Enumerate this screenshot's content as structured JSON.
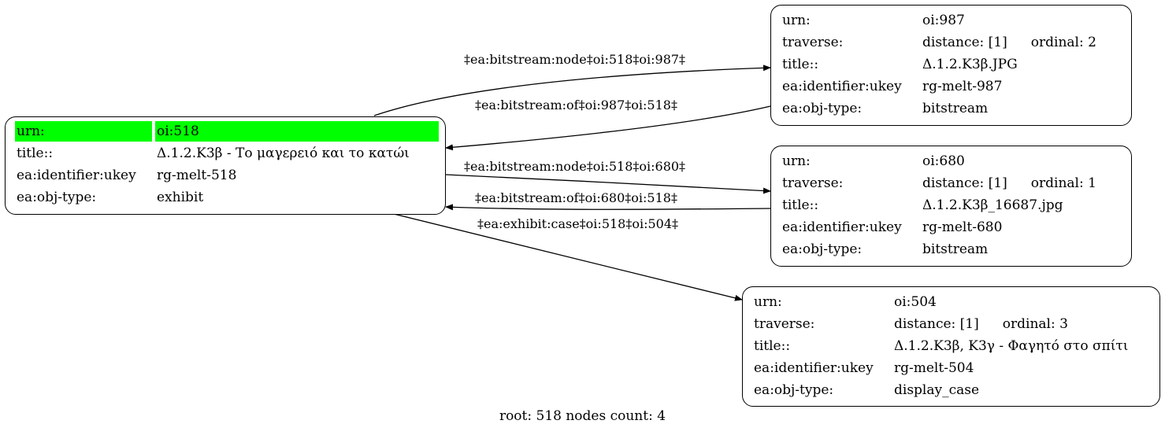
{
  "nodes": {
    "root": {
      "rows": [
        {
          "key": "urn:",
          "value": "oi:518"
        },
        {
          "key": "title::",
          "value": "Δ.1.2.Κ3β - Το μαγερειό και το κατώι"
        },
        {
          "key": "ea:identifier:ukey",
          "value": "rg-melt-518"
        },
        {
          "key": "ea:obj-type:",
          "value": "exhibit"
        }
      ],
      "highlight_color": "#00ff00"
    },
    "n987": {
      "urn_key": "urn:",
      "urn": "oi:987",
      "traverse_key": "traverse:",
      "distance": "distance: [1]",
      "ordinal": "ordinal: 2",
      "title_key": "title::",
      "title": "Δ.1.2.Κ3β.JPG",
      "ukey_key": "ea:identifier:ukey",
      "ukey": "rg-melt-987",
      "type_key": "ea:obj-type:",
      "type": "bitstream"
    },
    "n680": {
      "urn_key": "urn:",
      "urn": "oi:680",
      "traverse_key": "traverse:",
      "distance": "distance: [1]",
      "ordinal": "ordinal: 1",
      "title_key": "title::",
      "title": "Δ.1.2.Κ3β_16687.jpg",
      "ukey_key": "ea:identifier:ukey",
      "ukey": "rg-melt-680",
      "type_key": "ea:obj-type:",
      "type": "bitstream"
    },
    "n504": {
      "urn_key": "urn:",
      "urn": "oi:504",
      "traverse_key": "traverse:",
      "distance": "distance: [1]",
      "ordinal": "ordinal: 3",
      "title_key": "title::",
      "title": "Δ.1.2.Κ3β, Κ3γ - Φαγητό στο σπίτι",
      "ukey_key": "ea:identifier:ukey",
      "ukey": "rg-melt-504",
      "type_key": "ea:obj-type:",
      "type": "display_case"
    }
  },
  "edges": {
    "root_to_987": "‡ea:bitstream:node‡oi:518‡oi:987‡",
    "987_to_root": "‡ea:bitstream:of‡oi:987‡oi:518‡",
    "root_to_680": "‡ea:bitstream:node‡oi:518‡oi:680‡",
    "680_to_root": "‡ea:bitstream:of‡oi:680‡oi:518‡",
    "root_to_504": "‡ea:exhibit:case‡oi:518‡oi:504‡"
  },
  "footer": "root: 518 nodes count: 4"
}
